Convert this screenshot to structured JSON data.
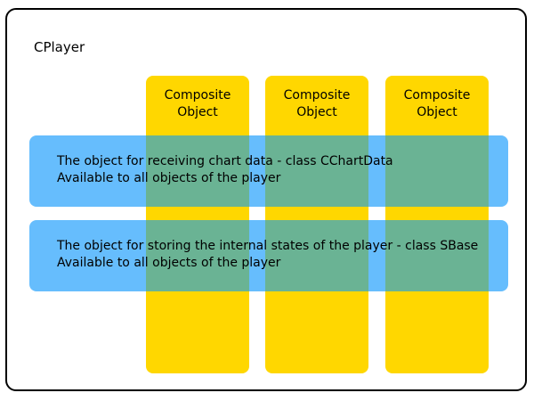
{
  "diagram": {
    "container_title": "CPlayer",
    "columns": [
      {
        "line1": "Composite",
        "line2": "Object"
      },
      {
        "line1": "Composite",
        "line2": "Object"
      },
      {
        "line1": "Composite",
        "line2": "Object"
      }
    ],
    "bands": [
      {
        "line1": "The object for receiving chart data - class CChartData",
        "line2": "Available to all objects of the player"
      },
      {
        "line1": "The object for storing the internal states of the player - class SBase",
        "line2": "Available to all objects of the player"
      }
    ]
  },
  "colors": {
    "container_border": "#000000",
    "column_fill": "#FFD700",
    "band_fill": "#66BDFD",
    "overlap_fill": "#6AB394"
  }
}
